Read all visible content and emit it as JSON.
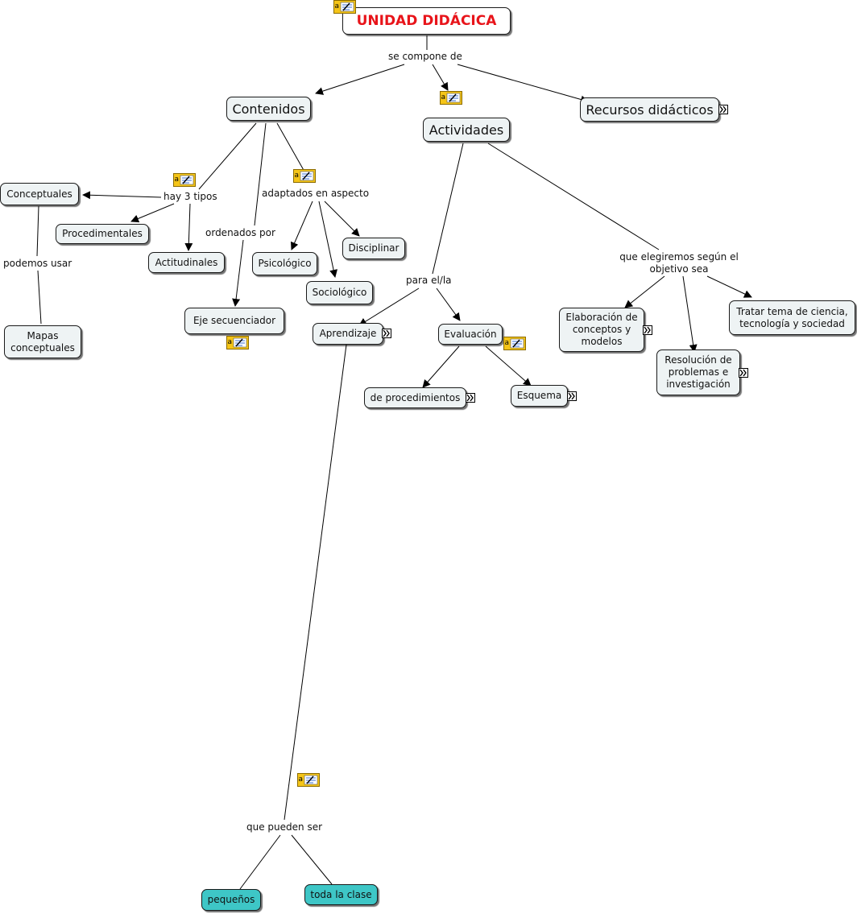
{
  "concepts": {
    "unidad": "UNIDAD DIDÁCICA",
    "contenidos": "Contenidos",
    "actividades": "Actividades",
    "recursos": "Recursos didácticos",
    "conceptuales": "Conceptuales",
    "procedimentales": "Procedimentales",
    "actitudinales": "Actitudinales",
    "mapas": "Mapas conceptuales",
    "eje": "Eje secuenciador",
    "psicologico": "Psicológico",
    "sociologico": "Sociológico",
    "disciplinar": "Disciplinar",
    "aprendizaje": "Aprendizaje",
    "evaluacion": "Evaluación",
    "de_procedimientos": "de procedimientos",
    "esquema": "Esquema",
    "elaboracion": "Elaboración de conceptos y modelos",
    "resolucion": "Resolución de problemas e investigación",
    "tratar": "Tratar tema de ciencia, tecnología y sociedad",
    "pequenos": "pequeños",
    "toda_clase": "toda la clase"
  },
  "links": {
    "se_compone_de": "se compone de",
    "hay_3_tipos": "hay 3 tipos",
    "ordenados_por": "ordenados por",
    "adaptados": "adaptados en aspecto",
    "podemos_usar": "podemos usar",
    "para_el_la": "para el/la",
    "que_elegiremos": "que elegiremos según el objetivo sea",
    "que_pueden_ser": "que pueden ser"
  },
  "colors": {
    "title_text": "#e8141a",
    "node_fill": "#eef3f4",
    "teal_fill": "#3ec6c6",
    "note_fill": "#f5c518"
  }
}
